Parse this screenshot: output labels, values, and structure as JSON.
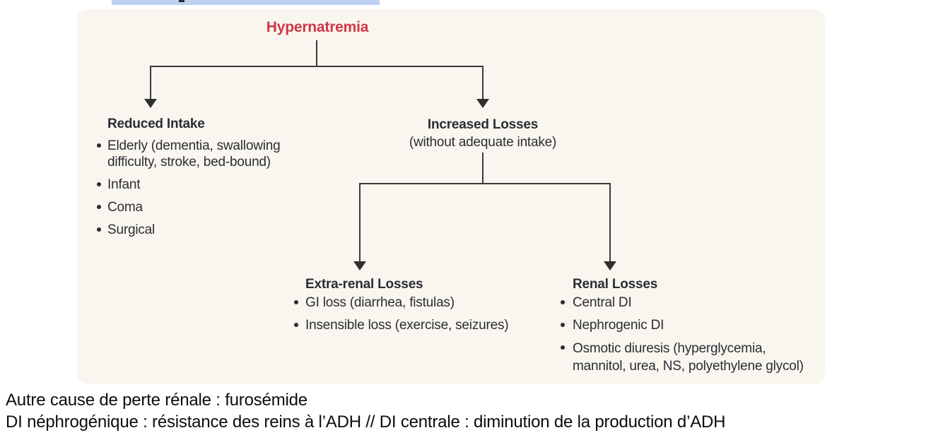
{
  "colors": {
    "panel_bg": "#f8f6ee",
    "accent_red": "#cf3746",
    "highlight_blue": "#bdd1f2",
    "connector_line": "#3a3a3a",
    "diagram_text": "#2c2c34"
  },
  "diagram": {
    "title": "Hypernatremia",
    "reduced_intake": {
      "heading": "Reduced Intake",
      "items": [
        "Elderly (dementia, swallowing difficulty, stroke, bed-bound)",
        "Infant",
        "Coma",
        "Surgical"
      ]
    },
    "increased_losses": {
      "heading": "Increased Losses",
      "subheading": "(without adequate intake)"
    },
    "extra_renal_losses": {
      "heading": "Extra-renal Losses",
      "items": [
        "GI loss (diarrhea, fistulas)",
        "Insensible loss (exercise, seizures)"
      ]
    },
    "renal_losses": {
      "heading": "Renal Losses",
      "items": [
        "Central DI",
        "Nephrogenic DI",
        "Osmotic diuresis (hyperglycemia, mannitol, urea, NS, polyethylene glycol)"
      ]
    }
  },
  "notes": {
    "line1": "Autre cause de perte rénale : furosémide",
    "line2": "DI néphrogénique : résistance des reins à l’ADH // DI centrale : diminution de la production d’ADH"
  }
}
